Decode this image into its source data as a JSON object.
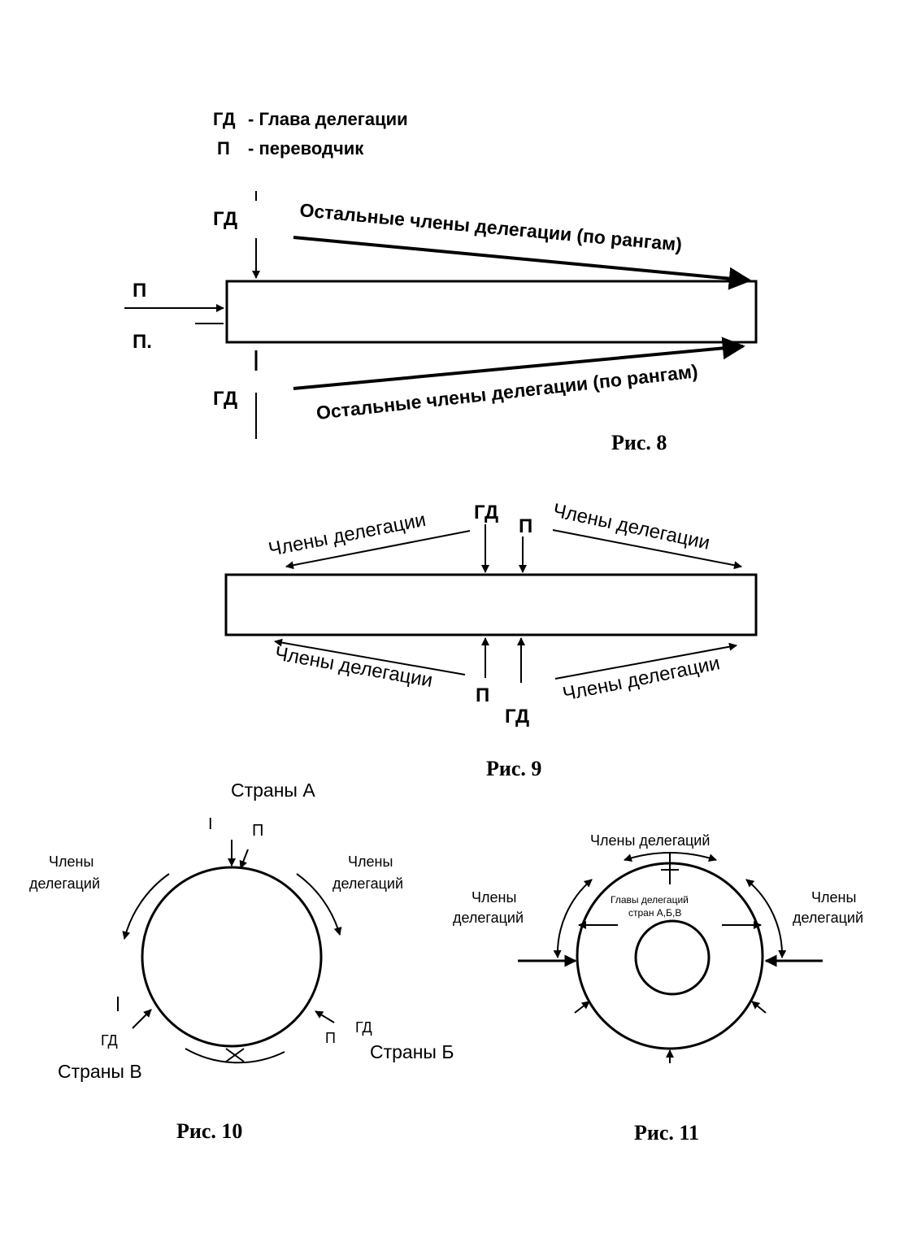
{
  "legend": {
    "gd_abbr": "ГД",
    "gd_desc": "- Глава делегации",
    "p_abbr": "П",
    "p_desc": "- переводчик"
  },
  "fig8": {
    "gd_top": "ГД",
    "gd_bottom": "ГД",
    "p_top": "П",
    "p_bottom": "П.",
    "members_top": "Остальные члены делегации (по рангам)",
    "members_bottom": "Остальные члены делегации (по рангам)",
    "caption": "Рис. 8"
  },
  "fig9": {
    "members_top_left": "Члены делегации",
    "members_top_right": "Члены делегации",
    "members_bottom_left": "Члены делегации",
    "members_bottom_right": "Члены делегации",
    "gd_top": "ГД",
    "p_top": "П",
    "p_bottom": "П",
    "gd_bottom": "ГД",
    "caption": "Рис. 9"
  },
  "fig10": {
    "countries_a": "Страны А",
    "countries_b": "Страны Б",
    "countries_v": "Страны В",
    "gd_top": "Ӏ",
    "p_top": "П",
    "members_left_1": "Члены",
    "members_left_2": "делегаций",
    "members_right_1": "Члены",
    "members_right_2": "делегаций",
    "gd_left": "ГД",
    "gd_right": "ГД",
    "p_right": "П",
    "caption": "Рис. 10"
  },
  "fig11": {
    "members_top": "Члены делегаций",
    "members_left_1": "Члены",
    "members_left_2": "делегаций",
    "members_right_1": "Члены",
    "members_right_2": "делегаций",
    "heads_1": "Главы делегаций",
    "heads_2": "стран А,Б,В",
    "caption": "Рис. 11"
  }
}
